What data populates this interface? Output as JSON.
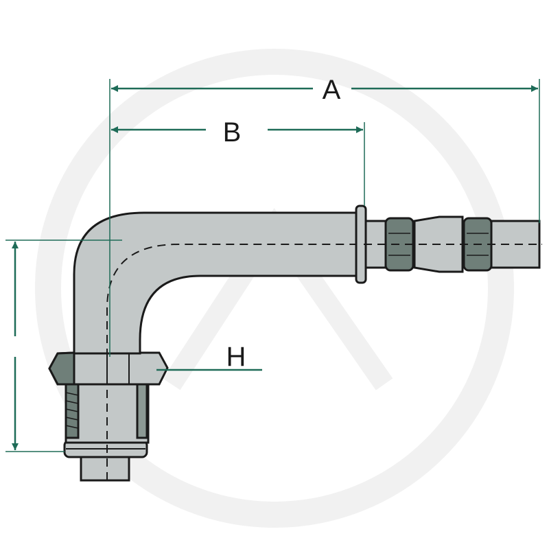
{
  "labels": {
    "dim_a": "A",
    "dim_b": "B",
    "dim_h": "H"
  },
  "colors": {
    "dimension": "#1e6b57",
    "metal": "#c3c8c8",
    "metal_dark": "#6f7f79",
    "outline": "#1a1a1a",
    "watermark": "#f2f2f2"
  },
  "icons": {
    "watermark": "circle-watermark-logo"
  }
}
